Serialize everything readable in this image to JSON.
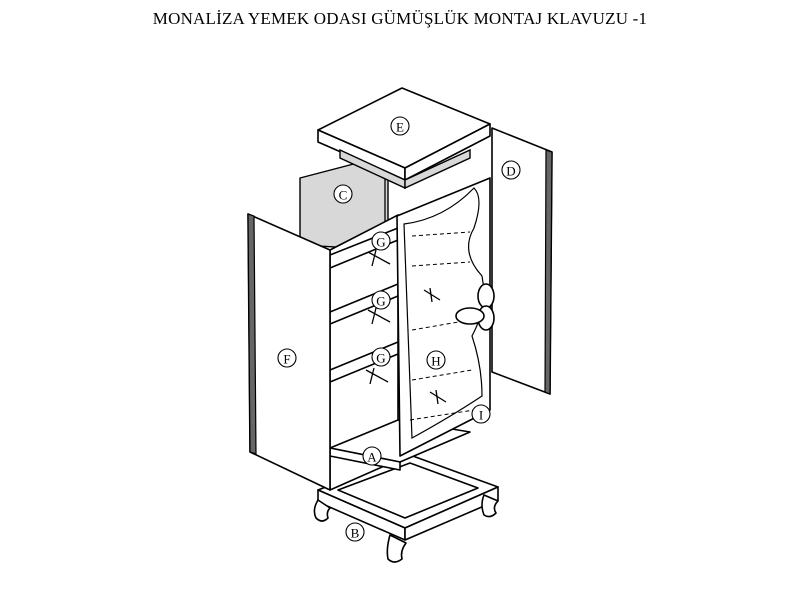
{
  "title": "MONALİZA YEMEK ODASI GÜMÜŞLÜK MONTAJ KLAVUZU -1",
  "parts": {
    "A": "A",
    "B": "B",
    "C": "C",
    "D": "D",
    "E": "E",
    "F": "F",
    "G1": "G",
    "G2": "G",
    "G3": "G",
    "H": "H",
    "I": "I"
  }
}
